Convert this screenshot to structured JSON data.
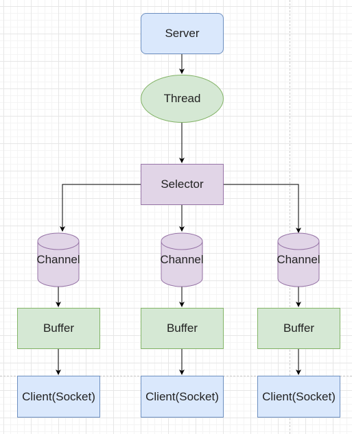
{
  "colors": {
    "blue_fill": "#dae8fc",
    "blue_stroke": "#6c8ebf",
    "green_fill": "#d5e8d4",
    "green_stroke": "#82b366",
    "purple_fill": "#e1d5e7",
    "purple_stroke": "#9673a6",
    "edge": "#000000"
  },
  "nodes": {
    "server": "Server",
    "thread": "Thread",
    "selector": "Selector",
    "channels": [
      "Channel",
      "Channel",
      "Channel"
    ],
    "buffers": [
      "Buffer",
      "Buffer",
      "Buffer"
    ],
    "clients": [
      "Client(Socket)",
      "Client(Socket)",
      "Client(Socket)"
    ]
  },
  "edges": [
    [
      "server",
      "thread"
    ],
    [
      "thread",
      "selector"
    ],
    [
      "selector",
      "channel-1"
    ],
    [
      "selector",
      "channel-2"
    ],
    [
      "selector",
      "channel-3"
    ],
    [
      "channel-1",
      "buffer-1"
    ],
    [
      "channel-2",
      "buffer-2"
    ],
    [
      "channel-3",
      "buffer-3"
    ],
    [
      "buffer-1",
      "client-1"
    ],
    [
      "buffer-2",
      "client-2"
    ],
    [
      "buffer-3",
      "client-3"
    ]
  ]
}
